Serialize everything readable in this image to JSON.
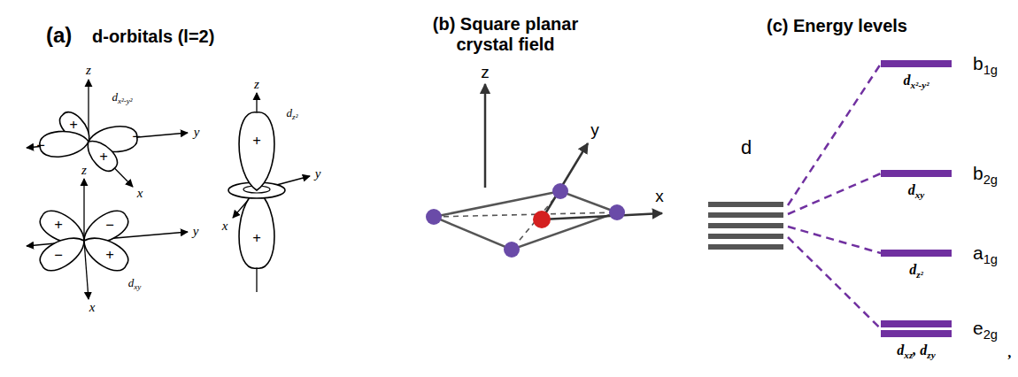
{
  "diagram": {
    "nodes": [
      {
        "text": [
          "d"
        ]
      },
      {
        "text": [
          "b1g",
          "dx²-y²"
        ]
      },
      {
        "text": [
          "b2g",
          "dxy"
        ]
      },
      {
        "text": [
          "a1g",
          "dz²"
        ]
      },
      {
        "text": [
          "e2g",
          "dxz, dzy"
        ]
      }
    ],
    "edges": [
      {
        "from": 0,
        "to": 1,
        "arrow": "none"
      },
      {
        "from": 0,
        "to": 2,
        "arrow": "none"
      },
      {
        "from": 0,
        "to": 3,
        "arrow": "none"
      },
      {
        "from": 0,
        "to": 4,
        "arrow": "none"
      }
    ],
    "labels": [
      "(a)",
      "d-orbitals (l=2)",
      "z",
      "dx²-y²",
      "y",
      "x",
      "+",
      "−",
      "−",
      "+",
      "z",
      "+",
      "−",
      "−",
      "+",
      "y",
      "x",
      "dxy",
      "z",
      "+",
      "dz²",
      "y",
      "x",
      "+",
      "(b) Square planar crystal field",
      "z",
      "y",
      "x",
      "(c) Energy levels",
      ","
    ]
  }
}
